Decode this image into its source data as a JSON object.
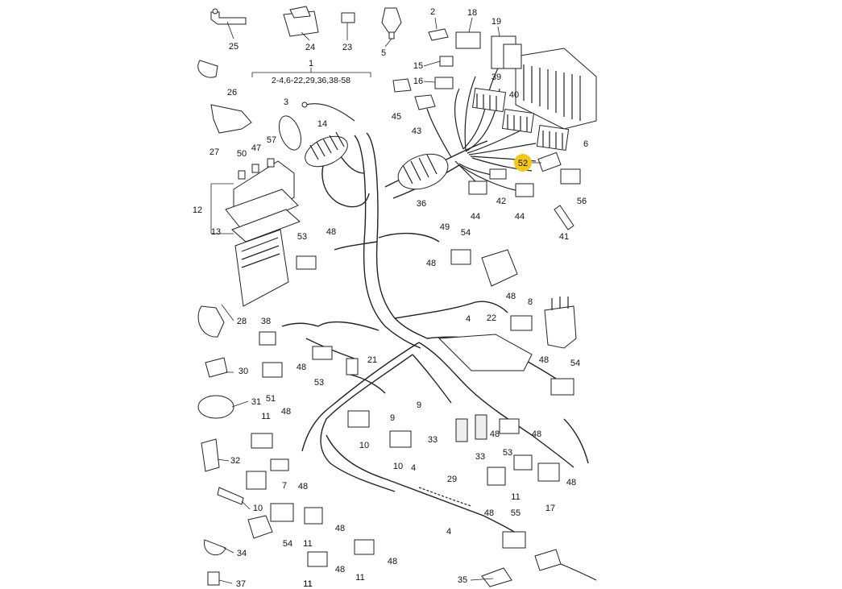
{
  "highlight": {
    "label": "52",
    "color": "#f5c518"
  },
  "header_callout": {
    "number": "1",
    "range": "2-4,6-22,29,36,38-58"
  },
  "callouts": [
    {
      "id": "c25",
      "text": "25"
    },
    {
      "id": "c24",
      "text": "24"
    },
    {
      "id": "c23",
      "text": "23"
    },
    {
      "id": "c5",
      "text": "5"
    },
    {
      "id": "c2",
      "text": "2"
    },
    {
      "id": "c18",
      "text": "18"
    },
    {
      "id": "c19",
      "text": "19"
    },
    {
      "id": "c15",
      "text": "15"
    },
    {
      "id": "c16",
      "text": "16"
    },
    {
      "id": "c39",
      "text": "39"
    },
    {
      "id": "c45",
      "text": "45"
    },
    {
      "id": "c43",
      "text": "43"
    },
    {
      "id": "c40",
      "text": "40"
    },
    {
      "id": "c6",
      "text": "6"
    },
    {
      "id": "c26",
      "text": "26"
    },
    {
      "id": "c3",
      "text": "3"
    },
    {
      "id": "c14",
      "text": "14"
    },
    {
      "id": "c27",
      "text": "27"
    },
    {
      "id": "c50",
      "text": "50"
    },
    {
      "id": "c47",
      "text": "47"
    },
    {
      "id": "c57",
      "text": "57"
    },
    {
      "id": "c12",
      "text": "12"
    },
    {
      "id": "c13",
      "text": "13"
    },
    {
      "id": "c36",
      "text": "36"
    },
    {
      "id": "c44a",
      "text": "44"
    },
    {
      "id": "c42",
      "text": "42"
    },
    {
      "id": "c44b",
      "text": "44"
    },
    {
      "id": "c56",
      "text": "56"
    },
    {
      "id": "c41",
      "text": "41"
    },
    {
      "id": "c49",
      "text": "49"
    },
    {
      "id": "c53a",
      "text": "53"
    },
    {
      "id": "c48a",
      "text": "48"
    },
    {
      "id": "c54a",
      "text": "54"
    },
    {
      "id": "c48b",
      "text": "48"
    },
    {
      "id": "c28",
      "text": "28"
    },
    {
      "id": "c38",
      "text": "38"
    },
    {
      "id": "c48c",
      "text": "48"
    },
    {
      "id": "c8",
      "text": "8"
    },
    {
      "id": "c4a",
      "text": "4"
    },
    {
      "id": "c22",
      "text": "22"
    },
    {
      "id": "c48d",
      "text": "48"
    },
    {
      "id": "c54b",
      "text": "54"
    },
    {
      "id": "c30",
      "text": "30"
    },
    {
      "id": "c48e",
      "text": "48"
    },
    {
      "id": "c53b",
      "text": "53"
    },
    {
      "id": "c21",
      "text": "21"
    },
    {
      "id": "c51",
      "text": "51"
    },
    {
      "id": "c31",
      "text": "31"
    },
    {
      "id": "c11a",
      "text": "11"
    },
    {
      "id": "c48f",
      "text": "48"
    },
    {
      "id": "c9a",
      "text": "9"
    },
    {
      "id": "c9b",
      "text": "9"
    },
    {
      "id": "c10a",
      "text": "10"
    },
    {
      "id": "c10b",
      "text": "10"
    },
    {
      "id": "c33a",
      "text": "33"
    },
    {
      "id": "c33b",
      "text": "33"
    },
    {
      "id": "c48g",
      "text": "48"
    },
    {
      "id": "c53c",
      "text": "53"
    },
    {
      "id": "c48h",
      "text": "48"
    },
    {
      "id": "c32",
      "text": "32"
    },
    {
      "id": "c7",
      "text": "7"
    },
    {
      "id": "c4b",
      "text": "4"
    },
    {
      "id": "c11b",
      "text": "11"
    },
    {
      "id": "c17",
      "text": "17"
    },
    {
      "id": "c48i",
      "text": "48"
    },
    {
      "id": "c10c",
      "text": "10"
    },
    {
      "id": "c48j",
      "text": "48"
    },
    {
      "id": "c29",
      "text": "29"
    },
    {
      "id": "c48k",
      "text": "48"
    },
    {
      "id": "c55",
      "text": "55"
    },
    {
      "id": "c54c",
      "text": "54"
    },
    {
      "id": "c48l",
      "text": "48"
    },
    {
      "id": "c11c",
      "text": "11"
    },
    {
      "id": "c4c",
      "text": "4"
    },
    {
      "id": "c34",
      "text": "34"
    },
    {
      "id": "c11d",
      "text": "11"
    },
    {
      "id": "c48m",
      "text": "48"
    },
    {
      "id": "c48n",
      "text": "48"
    },
    {
      "id": "c11e",
      "text": "11"
    },
    {
      "id": "c11f",
      "text": "11"
    },
    {
      "id": "c37",
      "text": "37"
    },
    {
      "id": "c35",
      "text": "35"
    }
  ]
}
